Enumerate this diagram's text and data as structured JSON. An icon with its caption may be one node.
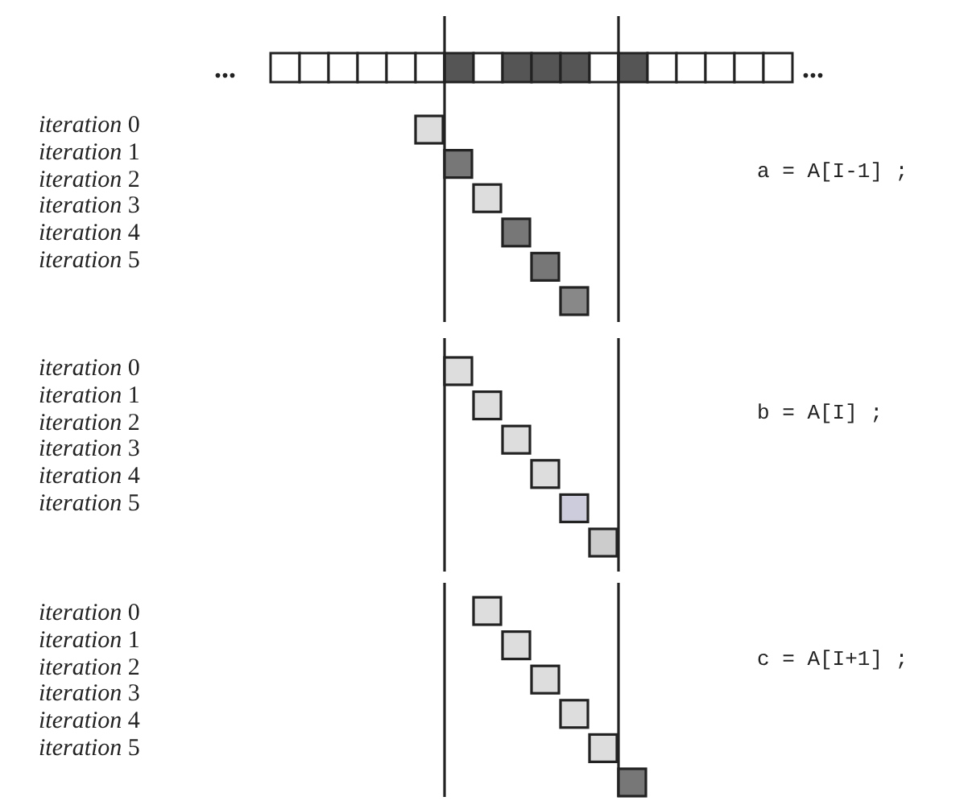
{
  "diagram": {
    "labels": [
      "...",
      "...",
      "*iteration* 0",
      "*iteration* 1",
      "*iteration* 2",
      "*iteration* 3",
      "*iteration* 4",
      "*iteration* 5",
      "a = A[I-1] ;",
      "*iteration* 0",
      "*iteration* 1",
      "*iteration* 2",
      "*iteration* 3",
      "*iteration* 4",
      "*iteration* 5",
      "b = A[I] ;",
      "*iteration* 0",
      "*iteration* 1",
      "*iteration* 2",
      "*iteration* 3",
      "*iteration* 4",
      "*iteration* 5",
      "c = A[I+1] ;"
    ]
  }
}
